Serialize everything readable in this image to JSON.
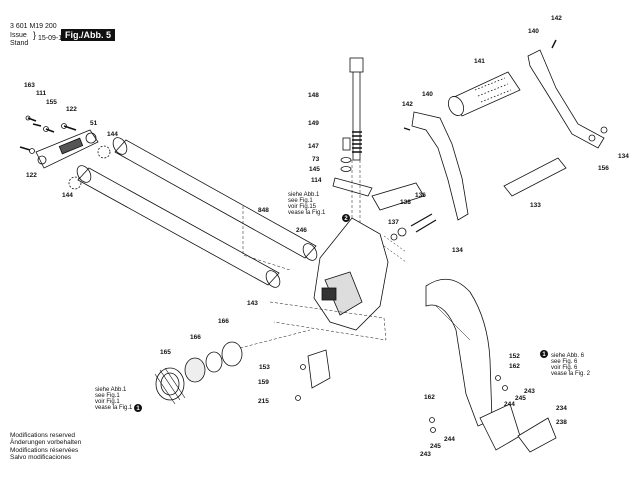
{
  "header": {
    "doc_number": "3 601 M19 200",
    "issue_label": "Issue",
    "stand_label": "Stand",
    "issue_date": "15-09-14",
    "fig_label": "Fig./Abb. 5"
  },
  "parts": {
    "p163": "163",
    "p111": "111",
    "p155": "155",
    "p122a": "122",
    "p51": "51",
    "p144a": "144",
    "p122b": "122",
    "p144b": "144",
    "p148": "148",
    "p149": "149",
    "p147": "147",
    "p73": "73",
    "p145": "145",
    "p114": "114",
    "p848": "848",
    "p246": "246",
    "p143": "143",
    "p166a": "166",
    "p166b": "166",
    "p165": "165",
    "p153": "153",
    "p159": "159",
    "p215": "215",
    "p142a": "142",
    "p140a": "140",
    "p141": "141",
    "p142b": "142",
    "p140b": "140",
    "p156": "156",
    "p134a": "134",
    "p133": "133",
    "p136": "136",
    "p138": "138",
    "p137": "137",
    "p134b": "134",
    "p152": "152",
    "p162a": "162",
    "p162b": "162",
    "p243a": "243",
    "p245a": "245",
    "p244a": "244",
    "p234": "234",
    "p238": "238",
    "p243b": "243",
    "p245b": "245",
    "p244b": "244"
  },
  "refs": {
    "fig1_top": [
      "siehe Abb.1",
      "see Fig.1",
      "voir Fig.15",
      "vease la Fig.1"
    ],
    "fig1_top_marker": "2",
    "fig1_bottom": [
      "siehe Abb.1",
      "see Fig.1",
      "voir Fig.1",
      "vease la Fig.1"
    ],
    "fig1_bottom_marker": "1",
    "fig6": [
      "siehe Abb. 6",
      "see Fig. 6",
      "voir Fig. 6",
      "vease la Fig. 2"
    ],
    "fig6_marker": "1"
  },
  "footer": {
    "lines": [
      "Modifications reserved",
      "Änderungen vorbehalten",
      "Modifications réservées",
      "Salvo modificaciones"
    ]
  }
}
